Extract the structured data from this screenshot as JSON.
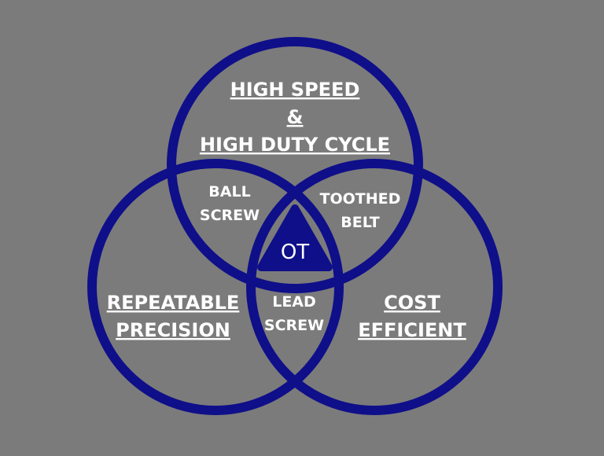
{
  "diagram": {
    "circles": [
      {
        "id": "high-speed",
        "label_lines": [
          "HIGH SPEED",
          "&",
          "HIGH DUTY CYCLE"
        ]
      },
      {
        "id": "repeatable-precision",
        "label_lines": [
          "REPEATABLE",
          "PRECISION"
        ]
      },
      {
        "id": "cost-efficient",
        "label_lines": [
          "COST",
          "EFFICIENT"
        ]
      }
    ],
    "intersections": [
      {
        "id": "ball-screw",
        "label_lines": [
          "BALL",
          "SCREW"
        ]
      },
      {
        "id": "toothed-belt",
        "label_lines": [
          "TOOTHED",
          "BELT"
        ]
      },
      {
        "id": "lead-screw",
        "label_lines": [
          "LEAD",
          "SCREW"
        ]
      }
    ],
    "center_logo": {
      "text": "OT"
    }
  },
  "colors": {
    "background": "#7b7b7b",
    "ring": "#0f0f8a",
    "center": "#0f0f8a",
    "text": "#ffffff"
  }
}
